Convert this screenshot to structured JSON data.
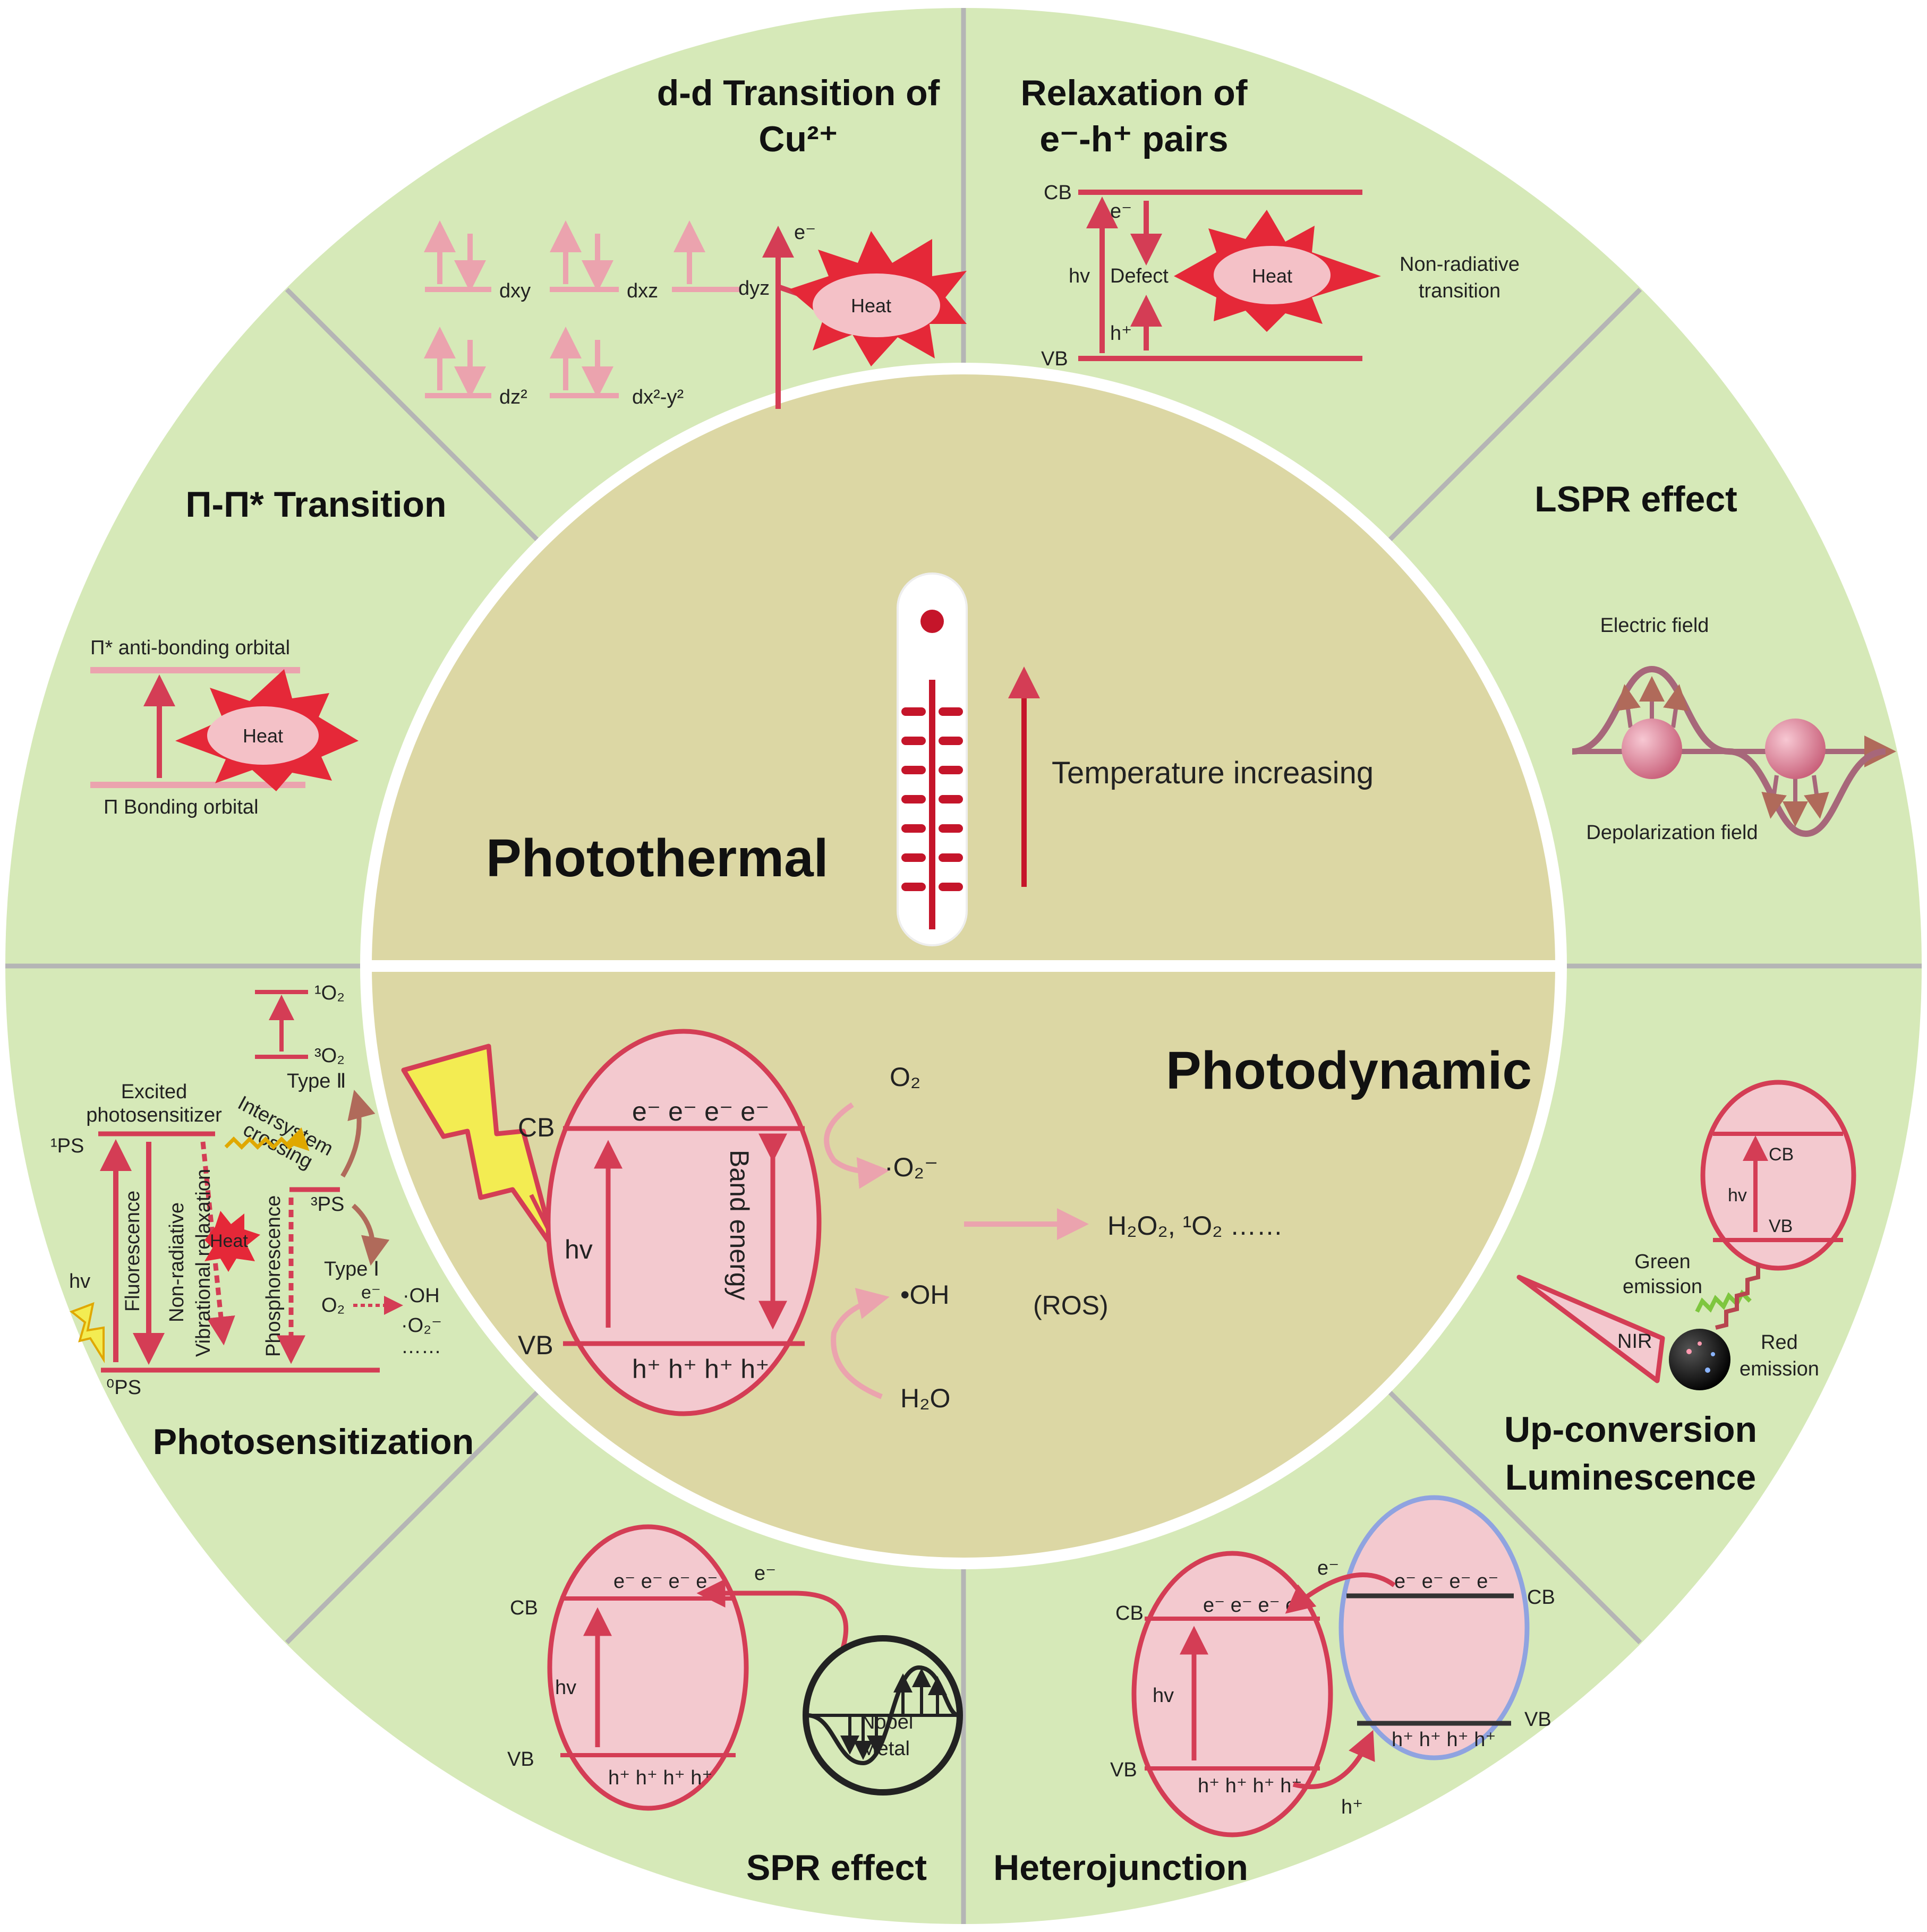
{
  "colors": {
    "ring": "#d6e9b8",
    "center": "#dcd7a4",
    "pink": "#f3c9cf",
    "red": "#d43d55",
    "lightpink": "#eba3ae",
    "divider": "#b5b5b5",
    "heat_star": "#e52838",
    "heat_core": "#f4c1c7"
  },
  "center": {
    "photothermal": "Photothermal",
    "temperature": "Temperature increasing",
    "photodynamic": "Photodynamic",
    "cb": "CB",
    "vb": "VB",
    "hv": "hv",
    "electrons": "e⁻ e⁻ e⁻ e⁻",
    "holes": "h⁺ h⁺ h⁺ h⁺",
    "band_energy": "Band energy",
    "o2": "O₂",
    "o2_radical": "·O₂⁻",
    "oh": "•OH",
    "h2o": "H₂O",
    "ros_products": "H₂O₂, ¹O₂ ……",
    "ros": "(ROS)"
  },
  "dd": {
    "title_line1": "d-d Transition of",
    "title_line2": "Cu²⁺",
    "dxy": "dxy",
    "dxz": "dxz",
    "dyz": "dyz",
    "dz2": "dz²",
    "dx2y2": "dx²-y²",
    "e": "e⁻",
    "heat": "Heat"
  },
  "relax": {
    "title_line1": "Relaxation of",
    "title_line2": "e⁻-h⁺ pairs",
    "cb": "CB",
    "vb": "VB",
    "e": "e⁻",
    "h": "h⁺",
    "hv": "hv",
    "defect": "Defect",
    "heat": "Heat",
    "nonrad1": "Non-radiative",
    "nonrad2": "transition"
  },
  "pi": {
    "title": "Π-Π* Transition",
    "antibonding": "Π* anti-bonding  orbital",
    "bonding": "Π Bonding orbital",
    "heat": "Heat"
  },
  "lspr": {
    "title": "LSPR effect",
    "electric": "Electric field",
    "depolarization": "Depolarization  field"
  },
  "photo": {
    "title": "Photosensitization",
    "o2_singlet": "¹O₂",
    "o2_triplet": "³O₂",
    "type2": "Type Ⅱ",
    "excited1": "Excited",
    "excited2": "photosensitizer",
    "ps1": "¹PS",
    "ps3": "³PS",
    "ps0": "⁰PS",
    "intersystem": "Intersystem",
    "crossing": "crossing",
    "type1": "Type Ⅰ",
    "o2": "O₂",
    "e": "e⁻",
    "oh": "·OH",
    "o2r": "·O₂⁻",
    "dots": "……",
    "hv": "hv",
    "fluorescence": "Fluorescence",
    "nonrad": "Non-radiative",
    "vibrational": "Vibrational relaxation",
    "phosphorescence": "Phosphorescence",
    "heat": "Heat"
  },
  "upconv": {
    "title_line1": "Up-conversion",
    "title_line2": "Luminescence",
    "cb": "CB",
    "vb": "VB",
    "hv": "hv",
    "green1": "Green",
    "green2": "emission",
    "red1": "Red",
    "red2": "emission",
    "nir": "NIR"
  },
  "spr": {
    "title": "SPR effect",
    "cb": "CB",
    "vb": "VB",
    "hv": "hv",
    "electrons": "e⁻ e⁻ e⁻ e⁻",
    "holes": "h⁺ h⁺ h⁺ h⁺",
    "e": "e⁻",
    "nobel1": "Nobel",
    "nobel2": "Metal"
  },
  "hetero": {
    "title": "Heterojunction",
    "cb": "CB",
    "vb": "VB",
    "cb_right": "CB",
    "vb_right": "VB",
    "hv": "hv",
    "electrons": "e⁻ e⁻ e⁻ e⁻",
    "holes": "h⁺ h⁺ h⁺ h⁺",
    "electrons_right": "e⁻ e⁻ e⁻ e⁻",
    "holes_right": "h⁺ h⁺ h⁺ h⁺",
    "e": "e⁻",
    "h": "h⁺"
  }
}
